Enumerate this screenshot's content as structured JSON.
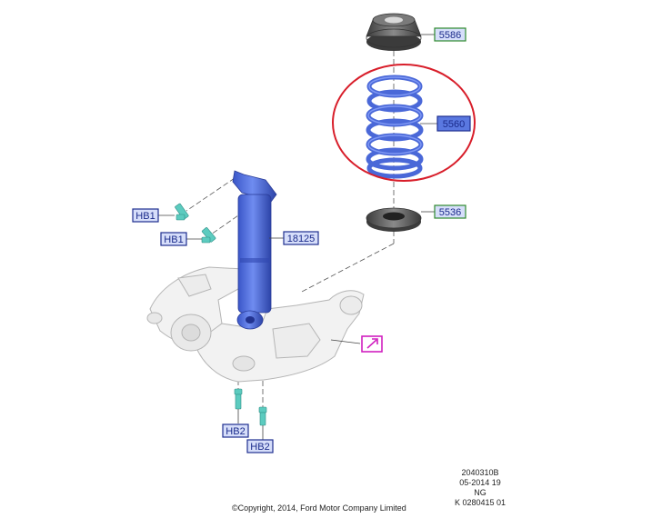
{
  "diagram": {
    "callouts": {
      "top_mount": "5586",
      "spring": "5560",
      "lower_seat": "5536",
      "shock": "18125",
      "hb1_upper": "HB1",
      "hb1_lower": "HB1",
      "hb2_left": "HB2",
      "hb2_right": "HB2"
    },
    "colors": {
      "part_blue": "#4a68d8",
      "callout_green": "#2e8a2e",
      "callout_blue": "#1f2f8f",
      "highlight_red": "#d81e2a",
      "link_magenta": "#d020c0",
      "bolt_teal": "#4ec3b6"
    },
    "icons": [
      "jump-arrow-icon"
    ]
  },
  "footer": {
    "ref_lines": [
      "2040310B",
      "05-2014 19",
      "NG",
      "K 0280415 01"
    ],
    "copyright": "©Copyright, 2014, Ford Motor Company Limited"
  }
}
